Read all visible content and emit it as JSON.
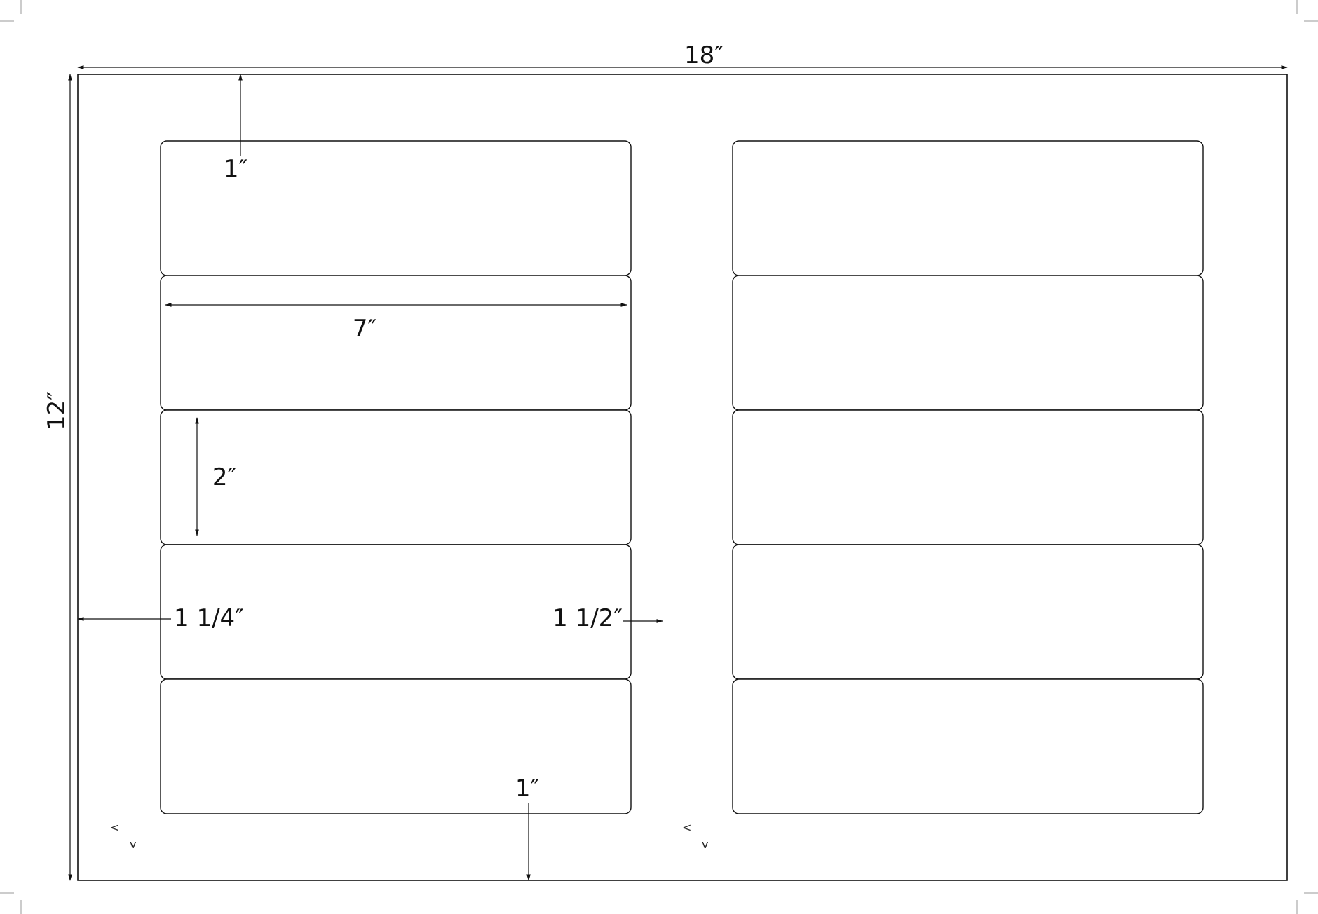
{
  "sheet": {
    "width_label": "18″",
    "height_label": "12″"
  },
  "labels": {
    "columns": 2,
    "rows": 5,
    "count": 10
  },
  "dimensions": {
    "top_margin": "1″",
    "label_width": "7″",
    "label_height": "2″",
    "left_margin": "1 1/4″",
    "gutter": "1 1/2″",
    "bottom_margin": "1″"
  },
  "markers": {
    "left_mark": "<",
    "down_mark": "v"
  }
}
